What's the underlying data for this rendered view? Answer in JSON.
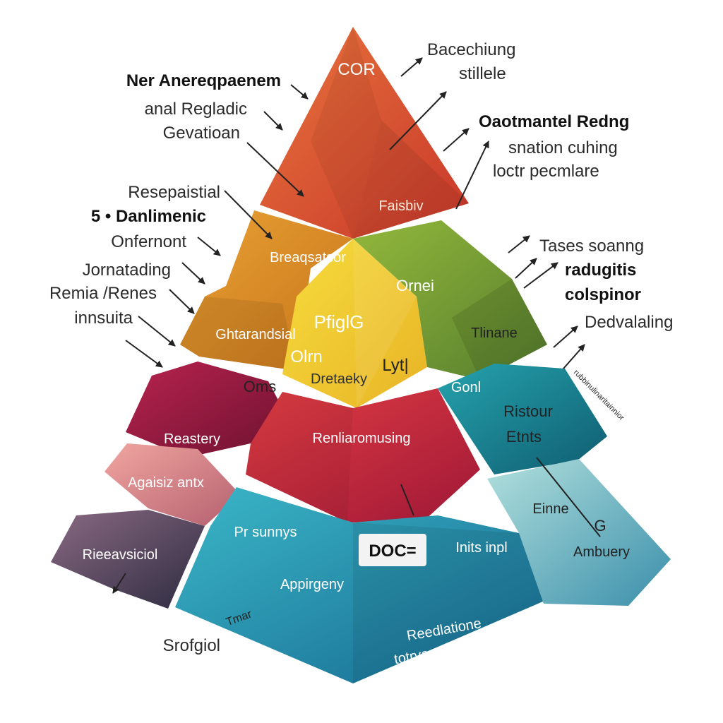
{
  "colors": {
    "top": "#d94a2c",
    "orange": "#e08a1e",
    "yellow": "#f2cf2b",
    "green": "#6f9e33",
    "magenta": "#9c1a45",
    "red": "#c8243c",
    "teal": "#17808f",
    "blue": "#1f8fb0",
    "pink": "#e58a8d",
    "slate": "#4a4a66",
    "mint": "#8ccaca"
  },
  "segments": {
    "top": [
      "COR",
      "Faisbiv"
    ],
    "orange": [
      "Breaqsatsor",
      "Ghtarandsial"
    ],
    "yellow": [
      "PfiglG",
      "Olrn",
      "Dretaeky"
    ],
    "green": [
      "Ornei",
      "Lyt|",
      "Tlinane"
    ],
    "magenta": [
      "Oms",
      "Reastery"
    ],
    "red": [
      "Renliaromusing"
    ],
    "teal": [
      "Gonl",
      "Ristour",
      "Etnts"
    ],
    "pink": [
      "Agaisiz antx"
    ],
    "slate": [
      "Rieeavsiciol"
    ],
    "blue": [
      "Pr sunnys",
      "DOC=",
      "Inits inpl",
      "Appirgeny",
      "Reedlatione",
      "totrvesslinleding",
      "Tmar"
    ],
    "mint": [
      "Einne",
      "G",
      "Ambuery"
    ]
  },
  "callouts": {
    "left": [
      "Ner Anereqpaenem",
      "anal Regladic",
      "Gevatioan",
      "Resepaistial",
      "5 • Danlimenic",
      "Onfernont",
      "Jornatading",
      "Remia /Renes",
      "innsuita",
      "Srofgiol"
    ],
    "right": [
      "Bacechiung",
      "stillele",
      "Oaotmantel Redng",
      "snation cuhing",
      "loctr pecmlare",
      "Tases soanng",
      "radugitis",
      "colspinor",
      "Dedvalaling",
      "rubbinulinaritainnior"
    ]
  }
}
